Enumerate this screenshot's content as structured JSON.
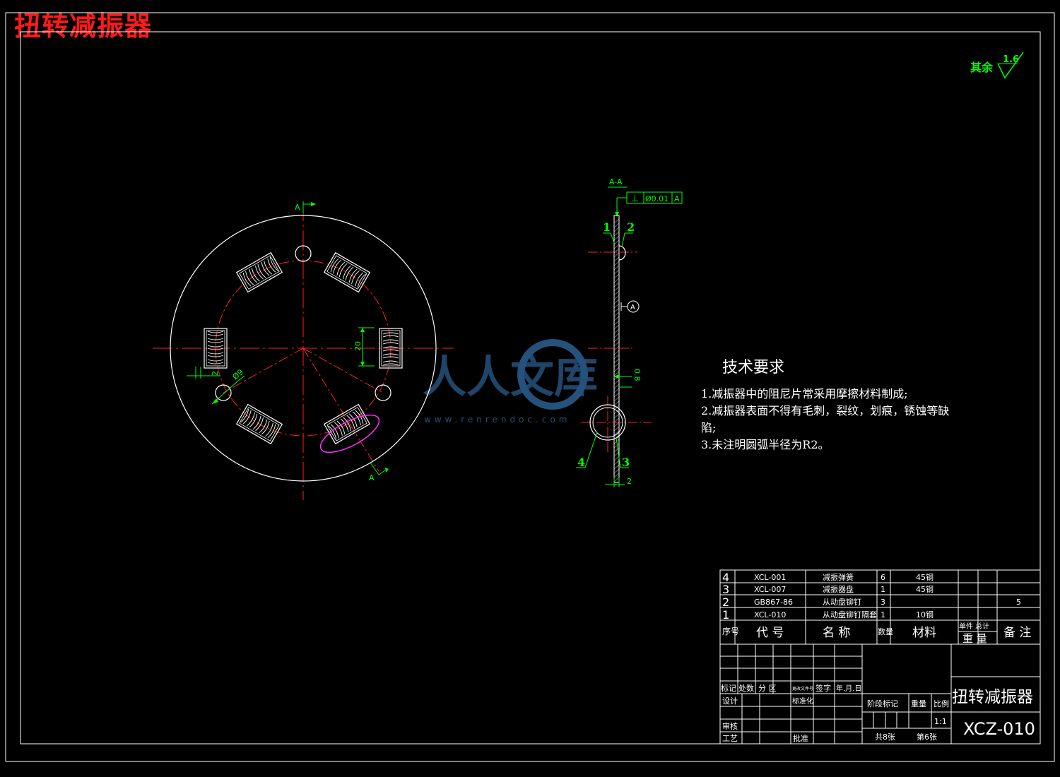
{
  "title": "扭转减振器",
  "roughness": {
    "label": "其余",
    "value": "1.6"
  },
  "front_view": {
    "section_mark_top": "A",
    "section_mark_bottom": "A",
    "dim_spring_width": "20",
    "dim_spring_gap": "2",
    "dim_hole_dia": "Ø9"
  },
  "section_view": {
    "title": "A-A",
    "tolerance_symbol": "⊥",
    "tolerance_value": "Ø0.01",
    "tolerance_datum": "A",
    "datum_label": "A",
    "angle_dim": "0.8",
    "bottom_dim": "2",
    "balloons": [
      "1",
      "2",
      "3",
      "4"
    ]
  },
  "tech_req": {
    "heading": "技术要求",
    "lines": [
      "1.减振器中的阻尼片常采用摩擦材料制成;",
      "2.减振器表面不得有毛刺，裂纹，划痕，锈蚀等缺",
      "陷;",
      "3.未注明圆弧半径为R2。"
    ]
  },
  "watermark": {
    "text": "人人文库",
    "url": "www.renrendoc.com"
  },
  "bom": {
    "rows": [
      {
        "no": "4",
        "code": "XCL-001",
        "name": "减振弹簧",
        "qty": "6",
        "material": "45钢",
        "unit_wt": "",
        "total_wt": "",
        "remark": ""
      },
      {
        "no": "3",
        "code": "XCL-007",
        "name": "减振器盘",
        "qty": "1",
        "material": "45钢",
        "unit_wt": "",
        "total_wt": "",
        "remark": ""
      },
      {
        "no": "2",
        "code": "GB867-86",
        "name": "从动盘铆钉",
        "qty": "3",
        "material": "",
        "unit_wt": "",
        "total_wt": "",
        "remark": "5"
      },
      {
        "no": "1",
        "code": "XCL-010",
        "name": "从动盘铆钉隔套",
        "qty": "1",
        "material": "10钢",
        "unit_wt": "",
        "total_wt": "",
        "remark": ""
      }
    ],
    "header": {
      "no": "序号",
      "code": "代 号",
      "name": "名 称",
      "qty": "数量",
      "material": "材料",
      "weight_top": "单件 总计",
      "weight_bottom": "重 量",
      "remark": "备 注"
    }
  },
  "title_block": {
    "change_labels": [
      "标记",
      "处数",
      "分 区",
      "更改文件号",
      "签字",
      "年.月.日"
    ],
    "design": "设计",
    "standardize": "标准化",
    "review": "审核",
    "process": "工艺",
    "approve": "批准",
    "stage_mark": "阶段标记",
    "weight": "重量",
    "scale_label": "比例",
    "scale_value": "1:1",
    "sheets_total": "共8张",
    "sheet_no": "第6张",
    "part_name": "扭转减振器",
    "drawing_no": "XCZ-010"
  },
  "colors": {
    "line": "#ffffff",
    "center": "#ff2020",
    "dim": "#00ff00",
    "title": "#ff1a1a",
    "highlight": "#ff33ff",
    "watermark": "#2a5b8a"
  }
}
